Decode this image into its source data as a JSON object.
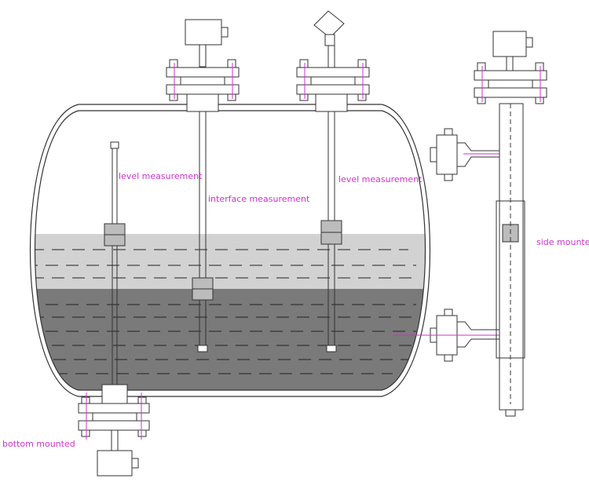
{
  "labels": {
    "level_left": "level measurement",
    "interface": "interface measurement",
    "level_right": "level measurement",
    "side": "side mounted",
    "bottom": "bottom mounted"
  },
  "colors": {
    "label": "#cc33cc",
    "line": "#333333",
    "light_liquid": "#d2d2d2",
    "dark_liquid": "#7a7a7a",
    "float_fill": "#bcbcbc"
  },
  "icons": {
    "transmitter": "junction-box-icon",
    "thermocouple_head": "hex-head-icon"
  }
}
